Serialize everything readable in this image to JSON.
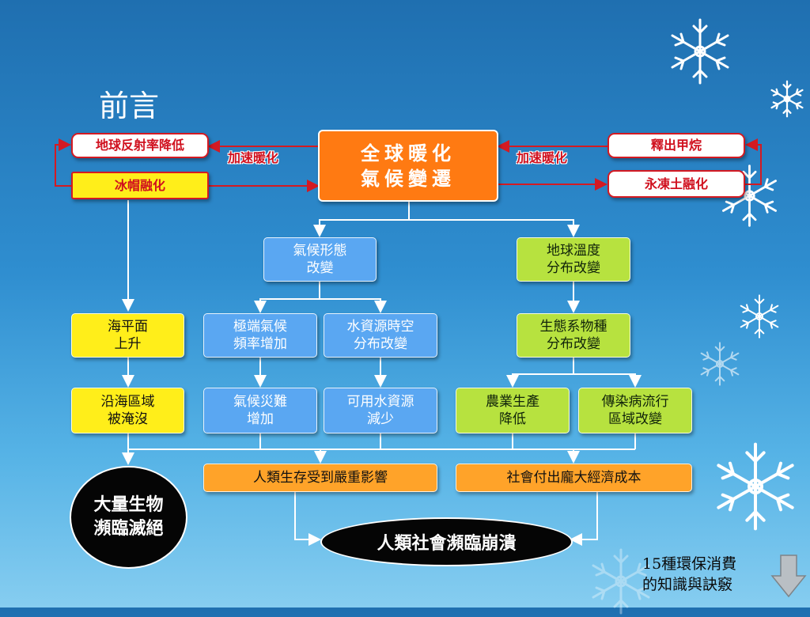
{
  "slide": {
    "title": "前言",
    "footer_text": "15種環保消費\n的知識與訣竅",
    "footer_icon": "down-arrow-icon",
    "colors": {
      "background": "#2f8ed0",
      "main": "#ff7a12",
      "blue": "#5aa7f2",
      "green": "#b7e23f",
      "yellow": "#ffee1a",
      "orange": "#ffa329",
      "red": "#d0101e",
      "black": "#050505"
    }
  },
  "diagram": {
    "center": "全球暖化\n氣候變遷",
    "feedback_left": {
      "top": "地球反射率降低",
      "bottom": "冰帽融化",
      "label": "加速暖化"
    },
    "feedback_right": {
      "top": "釋出甲烷",
      "bottom": "永凍土融化",
      "label": "加速暖化"
    },
    "blue_branch": {
      "head": "氣候形態\n改變",
      "mid_left": "極端氣候\n頻率增加",
      "mid_right": "水資源時空\n分布改變",
      "low_left": "氣候災難\n增加",
      "low_right": "可用水資源\n減少"
    },
    "green_branch": {
      "head": "地球溫度\n分布改變",
      "mid": "生態系物種\n分布改變",
      "low_left": "農業生產\n降低",
      "low_right": "傳染病流行\n區域改變"
    },
    "yellow_branch": {
      "mid": "海平面\n上升",
      "low": "沿海區域\n被淹沒"
    },
    "orange_left": "人類生存受到嚴重影響",
    "orange_right": "社會付出龐大經濟成本",
    "extinction": "大量生物\n瀕臨滅絕",
    "collapse": "人類社會瀕臨崩潰"
  }
}
